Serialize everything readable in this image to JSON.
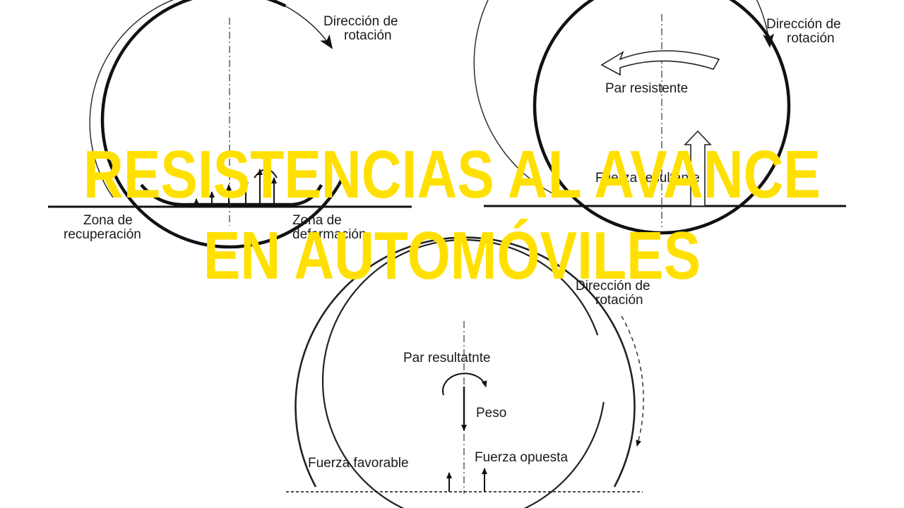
{
  "title": {
    "line1": "RESISTENCIAS  AL  AVANCE",
    "line2": "EN  AUTOMÓVILES"
  },
  "diagrams": {
    "top_left": {
      "rotation_label_1": "Dirección de",
      "rotation_label_2": "rotación",
      "recovery_label_1": "Zona de",
      "recovery_label_2": "recuperación",
      "deformation_label_1": "Zona de",
      "deformation_label_2": "deformación"
    },
    "top_right": {
      "rotation_label_1": "Dirección de",
      "rotation_label_2": "rotación",
      "torque_label": "Par resistente",
      "force_label": "Fuerza resultante"
    },
    "bottom": {
      "rotation_label_1": "Dirección de",
      "rotation_label_2": "rotación",
      "torque_label": "Par resultatnte",
      "weight_label": "Peso",
      "favorable_label": "Fuerza favorable",
      "opposing_label": "Fuerza opuesta"
    }
  },
  "colors": {
    "title": "#ffe000",
    "lines": "#111111",
    "background": "#ffffff"
  }
}
